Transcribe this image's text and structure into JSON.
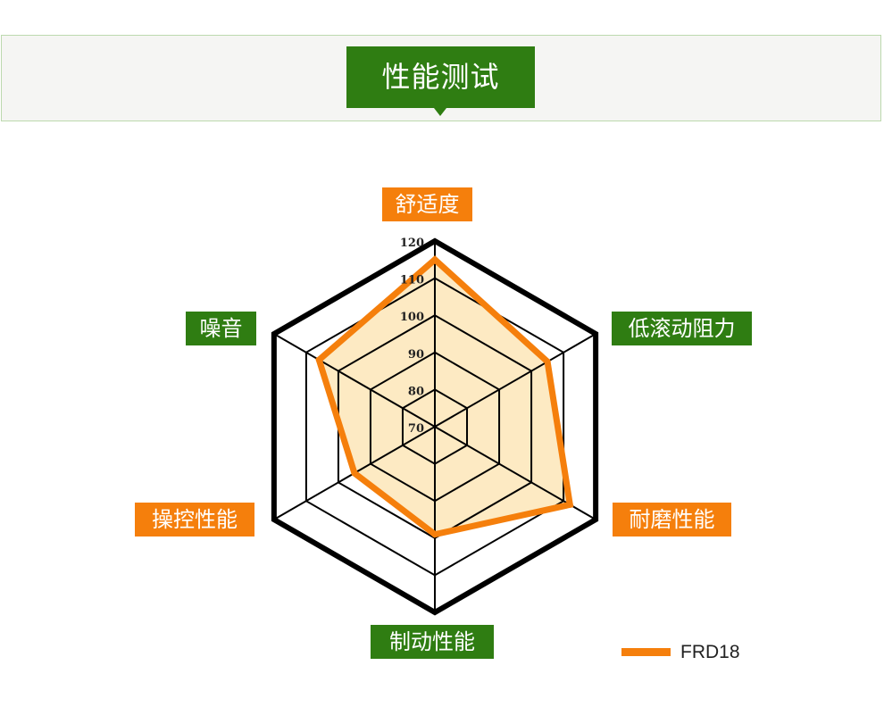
{
  "header": {
    "title": "性能测试"
  },
  "chart_data": {
    "type": "radar",
    "axes": [
      "舒适度",
      "低滚动阻力",
      "耐磨性能",
      "制动性能",
      "操控性能",
      "噪音"
    ],
    "axis_label_colors": [
      "#f57f0c",
      "#2f7d12",
      "#f57f0c",
      "#2f7d12",
      "#f57f0c",
      "#2f7d12"
    ],
    "rmin": 70,
    "rmax": 120,
    "ticks": [
      70,
      80,
      90,
      100,
      110,
      120
    ],
    "tick_labels": [
      "70",
      "80",
      "90",
      "100",
      "110",
      "120"
    ],
    "series": [
      {
        "name": "FRD18",
        "values": [
          115,
          105,
          112,
          99,
          95,
          106
        ],
        "color": "#f57f0c",
        "fill": "#fde6b8"
      }
    ],
    "grid": true,
    "legend_position": "bottom-right"
  }
}
